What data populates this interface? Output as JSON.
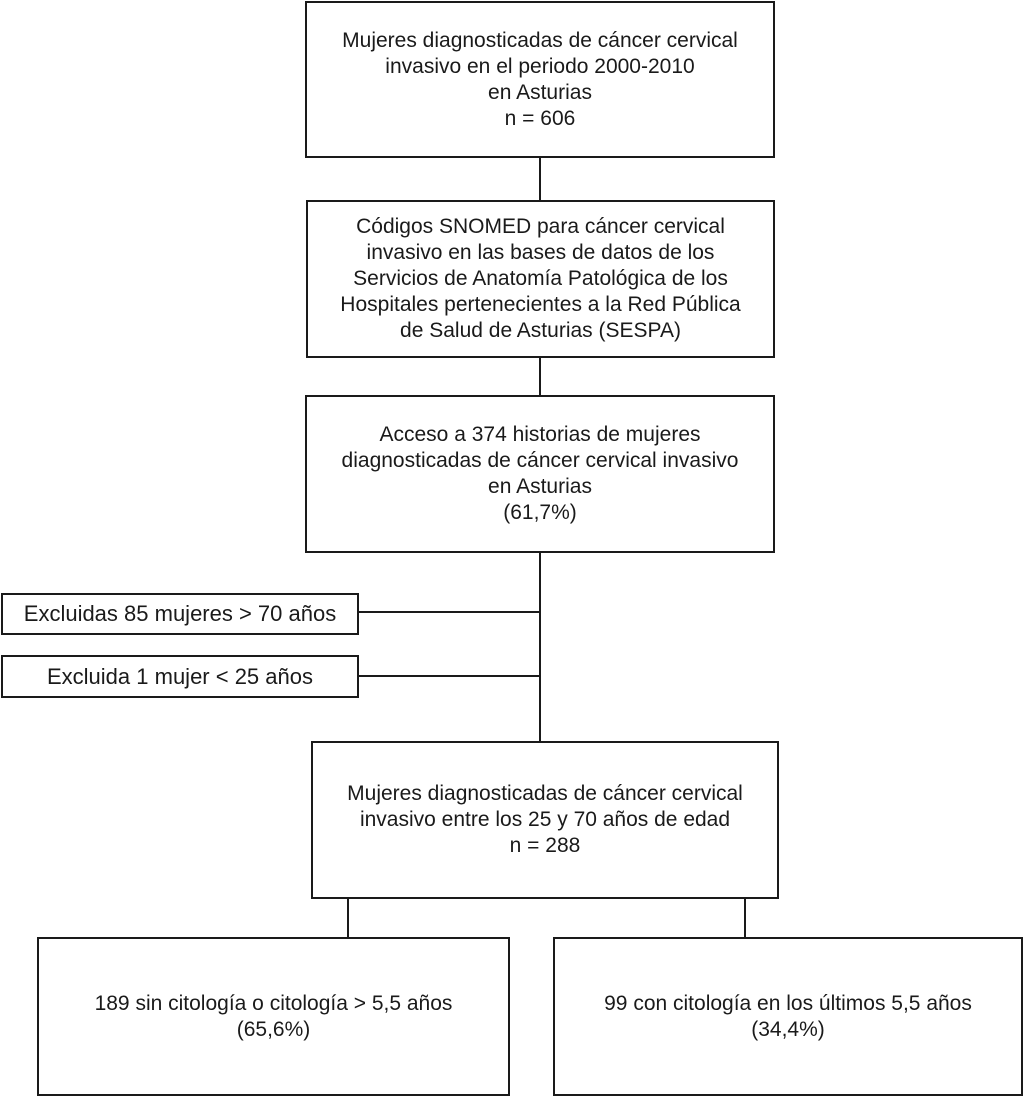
{
  "boxes": {
    "initial": {
      "lines": [
        "Mujeres diagnosticadas de cáncer cervical",
        "invasivo en el periodo 2000-2010",
        "en Asturias",
        "n = 606"
      ]
    },
    "snomed": {
      "lines": [
        "Códigos SNOMED para cáncer cervical",
        "invasivo en las bases de datos de los",
        "Servicios de Anatomía Patológica de los",
        "Hospitales pertenecientes a la Red Pública",
        "de Salud de Asturias (SESPA)"
      ]
    },
    "access": {
      "lines": [
        "Acceso a 374 historias de mujeres",
        "diagnosticadas de cáncer cervical invasivo",
        "en Asturias",
        "(61,7%)"
      ]
    },
    "exclusion_age_over": {
      "label": "Excluidas 85 mujeres > 70 años"
    },
    "exclusion_age_under": {
      "label": "Excluida 1 mujer < 25 años"
    },
    "study_group": {
      "lines": [
        "Mujeres diagnosticadas de cáncer cervical",
        "invasivo entre los 25 y 70 años de edad",
        "n = 288"
      ]
    },
    "no_cytology": {
      "lines": [
        "189 sin citología o citología > 5,5 años",
        "(65,6%)"
      ]
    },
    "with_cytology": {
      "lines": [
        "99 con citología en los últimos 5,5 años",
        "(34,4%)"
      ]
    }
  }
}
